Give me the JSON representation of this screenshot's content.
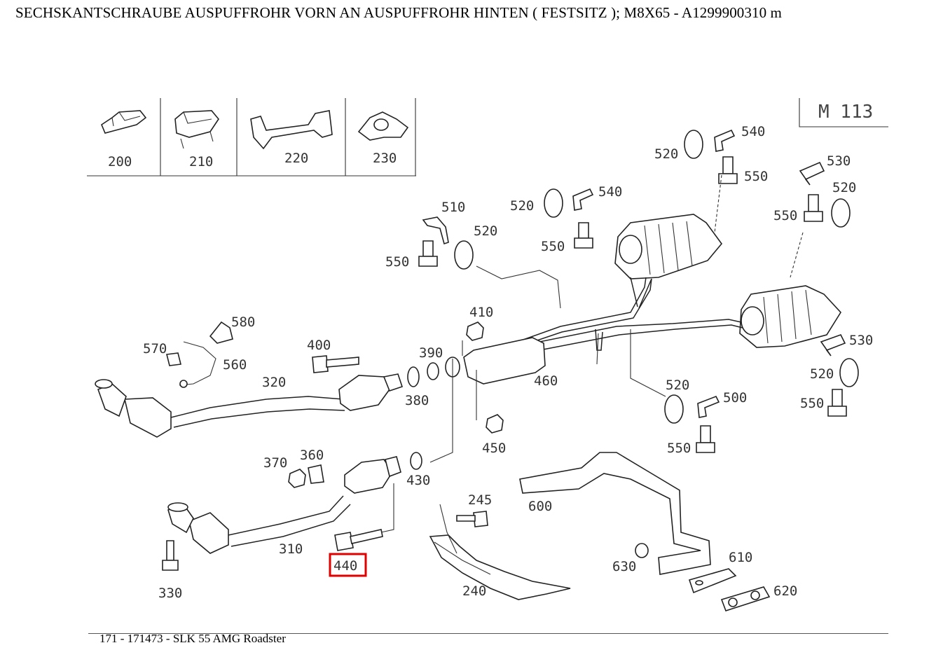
{
  "title": "SECHSKANTSCHRAUBE AUSPUFFROHR VORN AN AUSPUFFROHR HINTEN ( FESTSITZ ); M8X65 - A1299900310 m",
  "engine_label": "M 113",
  "footer": "171 - 171473 - SLK 55 AMG Roadster",
  "highlighted_part": "440",
  "insets": {
    "i200": "200",
    "i210": "210",
    "i220": "220",
    "i230": "230"
  },
  "labels": {
    "p540a": "540",
    "p520a": "520",
    "p550a": "550",
    "p530a": "530",
    "p520b": "520",
    "p550b": "550",
    "p540b": "540",
    "p520c": "520",
    "p550c": "550",
    "p510": "510",
    "p520d": "520",
    "p550d": "550",
    "p580": "580",
    "p570": "570",
    "p560": "560",
    "p320": "320",
    "p400": "400",
    "p390": "390",
    "p410": "410",
    "p380": "380",
    "p460": "460",
    "p450": "450",
    "p520e": "520",
    "p500": "500",
    "p550e": "550",
    "p530b": "530",
    "p520f": "520",
    "p550f": "550",
    "p370": "370",
    "p360": "360",
    "p430": "430",
    "p245": "245",
    "p600": "600",
    "p310": "310",
    "p440": "440",
    "p330": "330",
    "p240": "240",
    "p630": "630",
    "p610": "610",
    "p620": "620"
  }
}
